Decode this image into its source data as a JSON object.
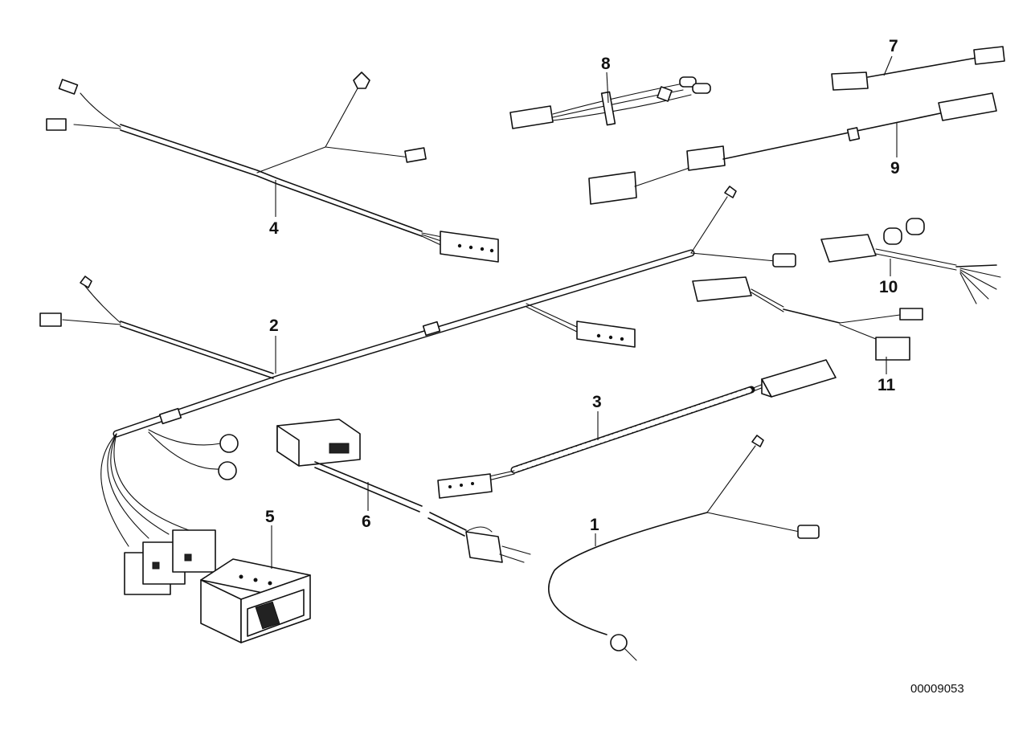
{
  "diagram": {
    "callouts": [
      "1",
      "2",
      "3",
      "4",
      "5",
      "6",
      "7",
      "8",
      "9",
      "10",
      "11"
    ],
    "document_id": "00009053"
  }
}
